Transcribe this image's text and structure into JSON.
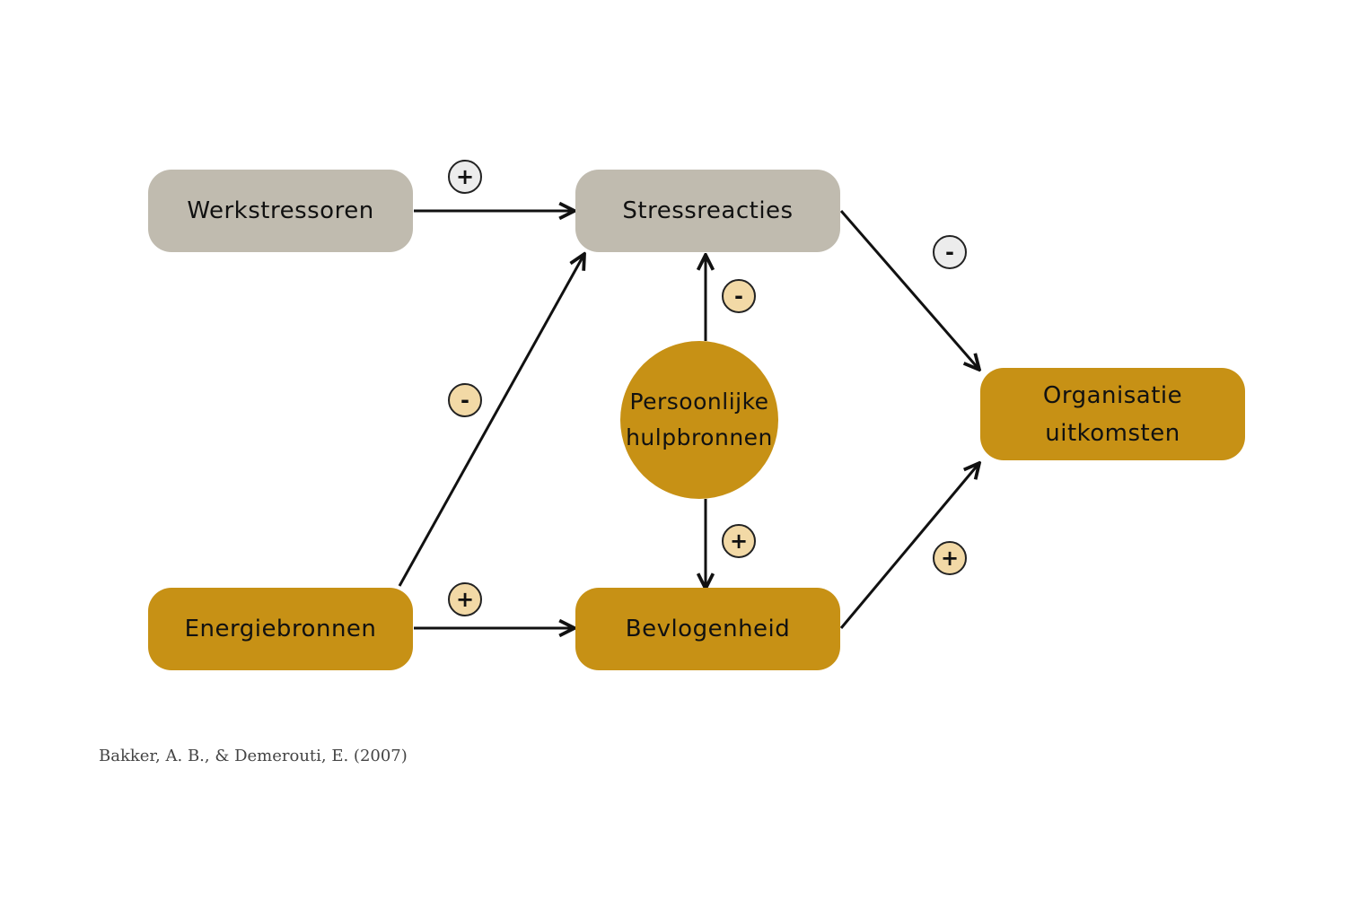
{
  "nodes": {
    "werkstressoren": "Werkstressoren",
    "stressreacties": "Stressreacties",
    "energiebronnen": "Energiebronnen",
    "bevlogenheid": "Bevlogenheid",
    "persoonlijke_hulpbronnen": "Persoonlijke\nhulpbronnen",
    "organisatie_uitkomsten": "Organisatie\nuitkomsten"
  },
  "signs": {
    "werkstressoren_to_stressreacties": "+",
    "stressreacties_to_organisatie": "-",
    "hulpbronnen_to_stressreacties": "-",
    "energiebronnen_to_stressreacties": "-",
    "hulpbronnen_to_bevlogenheid": "+",
    "energiebronnen_to_bevlogenheid": "+",
    "bevlogenheid_to_organisatie": "+"
  },
  "citation": "Bakker, A. B., & Demerouti, E. (2007)",
  "colors": {
    "grey_box": "#c0bbaf",
    "gold_box": "#c79115",
    "light_badge": "#f2d9a6",
    "plain_badge": "#ececec",
    "arrow": "#111111"
  }
}
